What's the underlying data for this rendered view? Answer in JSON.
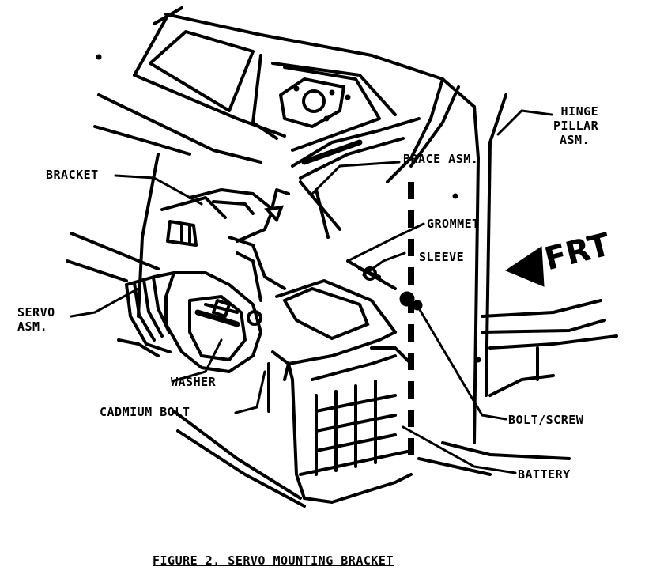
{
  "labels": {
    "bracket": "BRACKET",
    "brace_asm": "BRACE ASM.",
    "hinge_pillar_asm": [
      "HINGE",
      "PILLAR",
      "ASM."
    ],
    "grommet": "GROMMET",
    "sleeve": "SLEEVE",
    "frt": "FRT",
    "servo_asm": [
      "SERVO",
      "ASM."
    ],
    "washer": "WASHER",
    "cadmium_bolt": "CADMIUM BOLT",
    "bolt_screw": "BOLT/SCREW",
    "battery": "BATTERY"
  },
  "caption": "FIGURE 2. SERVO MOUNTING BRACKET",
  "colors": {
    "ink": "#000000",
    "paper": "#ffffff"
  }
}
